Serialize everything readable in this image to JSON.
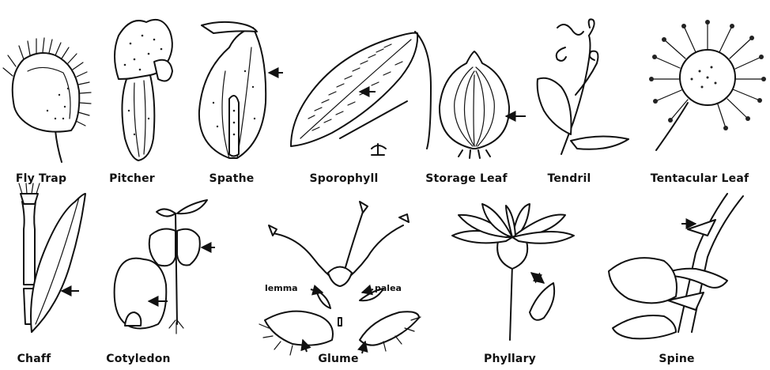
{
  "title": "",
  "labels": {
    "fly_trap": "Fly Trap",
    "pitcher": "Pitcher",
    "spathe": "Spathe",
    "sporophyll": "Sporophyll",
    "storage_leaf": "Storage Leaf",
    "tendril": "Tendril",
    "tentacular_leaf": "Tentacular Leaf",
    "chaff": "Chaff",
    "cotyledon": "Cotyledon",
    "glume": "Glume",
    "lemma": "lemma",
    "palea": "palea",
    "phyllary": "Phyllary",
    "spine": "Spine"
  },
  "colors": {
    "ink": "#111111",
    "background": "#ffffff"
  }
}
